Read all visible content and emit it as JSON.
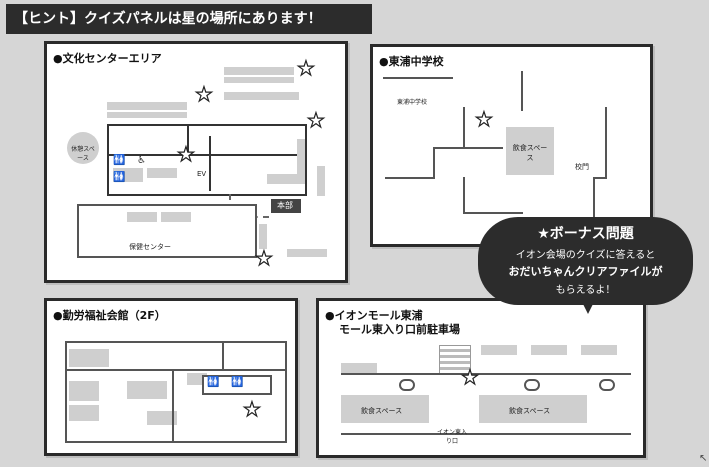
{
  "hint": "【ヒント】クイズパネルは星の場所にあります！",
  "panels": {
    "bunka": {
      "title": "●文化センターエリア",
      "rest_space": "休憩スペース",
      "ev": "EV",
      "honbu": "本部",
      "hoken": "保健センター"
    },
    "tohura": {
      "title": "●東浦中学校",
      "school": "東浦中学校",
      "inshoku": "飲食スペース",
      "komon": "校門"
    },
    "kinro": {
      "title": "●勤労福祉会館（2F）"
    },
    "aeon": {
      "title_line1": "●イオンモール東浦",
      "title_line2": "モール東入り口前駐車場",
      "inshoku_left": "飲食スペース",
      "inshoku_right": "飲食スペース",
      "entrance": "イオン東入り口"
    }
  },
  "bonus": {
    "title": "★ボーナス問題",
    "line1": "イオン会場のクイズに答えると",
    "line2": "おだいちゃんクリアファイルが",
    "line3": "もらえるよ！"
  },
  "icons": {
    "star": "★",
    "toilet": "🚻",
    "wheelchair": "♿"
  }
}
